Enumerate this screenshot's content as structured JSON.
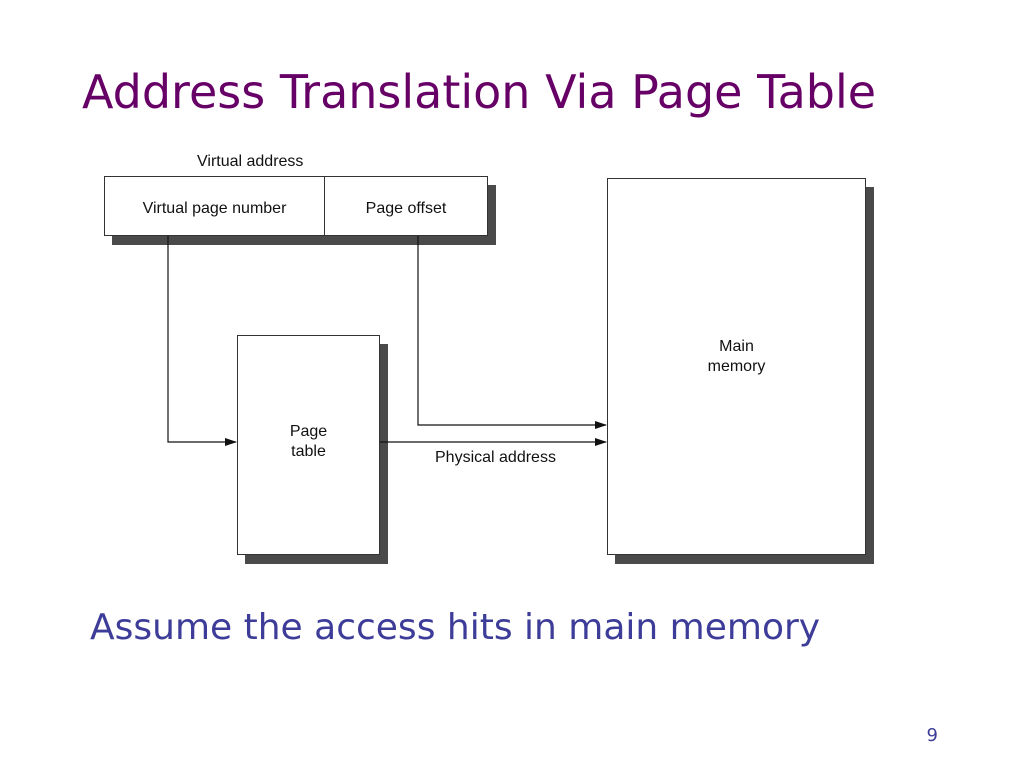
{
  "slide": {
    "title": "Address Translation Via Page Table",
    "caption": "Assume the access hits in main memory",
    "page_number": "9"
  },
  "diagram": {
    "virtual_address_label": "Virtual address",
    "virtual_page_number_label": "Virtual page number",
    "page_offset_label": "Page offset",
    "page_table_label_line1": "Page",
    "page_table_label_line2": "table",
    "physical_address_label": "Physical address",
    "main_memory_label_line1": "Main",
    "main_memory_label_line2": "memory"
  },
  "colors": {
    "title": "#660066",
    "caption": "#3d3d99",
    "page_number": "#3d3d99",
    "shadow": "#4a4a4a",
    "line": "#111111"
  }
}
